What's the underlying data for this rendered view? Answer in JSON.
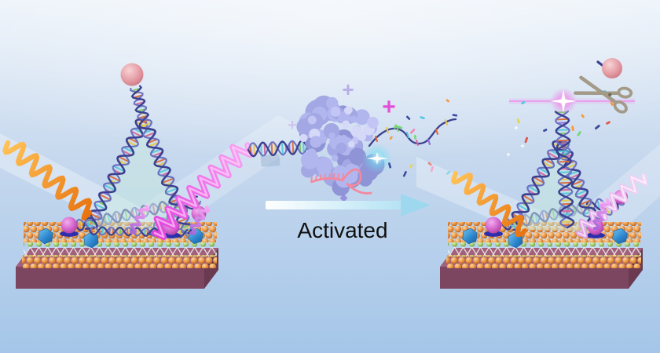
{
  "labels": {
    "activated": "Activated"
  },
  "icons": {
    "plus": "+",
    "scissors": "scissors (drawn shape, ✂)",
    "sparkle": "four-point star",
    "starburst": "cleavage flash",
    "arrow_right": "gradient right arrow"
  },
  "scene": {
    "left_sensor": "plasmonic chip with DNA tetrahedron, hairpin reporter and sphere label (intact)",
    "center": "activated CRISPR-Cas protein with crRNA and target DNA",
    "right_sensor": "same chip after trans-cleavage: reporter cut by scissors, sphere released, flash burst"
  },
  "colors": {
    "bg_top": "#edf3fa",
    "bg_bottom": "#a5c6e9",
    "beam": "#ffffff",
    "slab_top": "#a2607c",
    "slab_front": "#7c4560",
    "slab_side": "#693a50",
    "gold_hi": "#ffd9a3",
    "gold_mid": "#e89140",
    "gold_dark": "#a85a1e",
    "green_hi": "#e4f5c0",
    "green_mid": "#9cc96a",
    "green_dark": "#5f8f3a",
    "lattice": "#f4f8f2",
    "hex_hi": "#6fc4f0",
    "hex_mid": "#2a84cc",
    "hex_dark": "#1c5f9e",
    "fuzzy_hi": "#f4aef0",
    "fuzzy_mid": "#cf5ec6",
    "fuzzy_dark": "#9c3a96",
    "disc": "#2b2fae",
    "strand_dark": "#3b4190",
    "strand_mid": "#6b72c0",
    "tetra_fill": "#c9e9e0",
    "wave_orange_1": "#ffc257",
    "wave_orange_2": "#e87410",
    "wave_magenta_1": "#f8a6f4",
    "wave_magenta_2": "#e23fdd",
    "wave_pale_1": "#f4d6f6",
    "wave_pale_2": "#dfa0e8",
    "violet_squiggle": "#a866d8",
    "sphere_hi": "#f7d4d6",
    "sphere_mid": "#e2959e",
    "sphere_dark": "#c06a78",
    "crrna": "#f2899f",
    "glow_cyan": "#6fe0f2",
    "glow_pink": "#f56fe8",
    "plus_magenta": "#e24fd8",
    "plus_lavender": "#b3a3e8",
    "plus_faint": "#c4b5ee",
    "scissors": "#a39a87",
    "arrow_head": "#9ed8ee",
    "label": "#101010",
    "ghost_square": "#8fa9cb",
    "rungs": [
      "#e06a3a",
      "#e8c84a",
      "#7cc86a",
      "#54c8da",
      "#d8689a",
      "#8a6ad8"
    ],
    "protein": [
      "#8f94d6",
      "#a3a8e4",
      "#b2b6ee",
      "#c3c6f4",
      "#d6d8f8"
    ],
    "confetti": [
      "#f59b40",
      "#e8d44e",
      "#72d877",
      "#52c8e0",
      "#ef86b8",
      "#3b4a9e",
      "#e05545"
    ]
  }
}
